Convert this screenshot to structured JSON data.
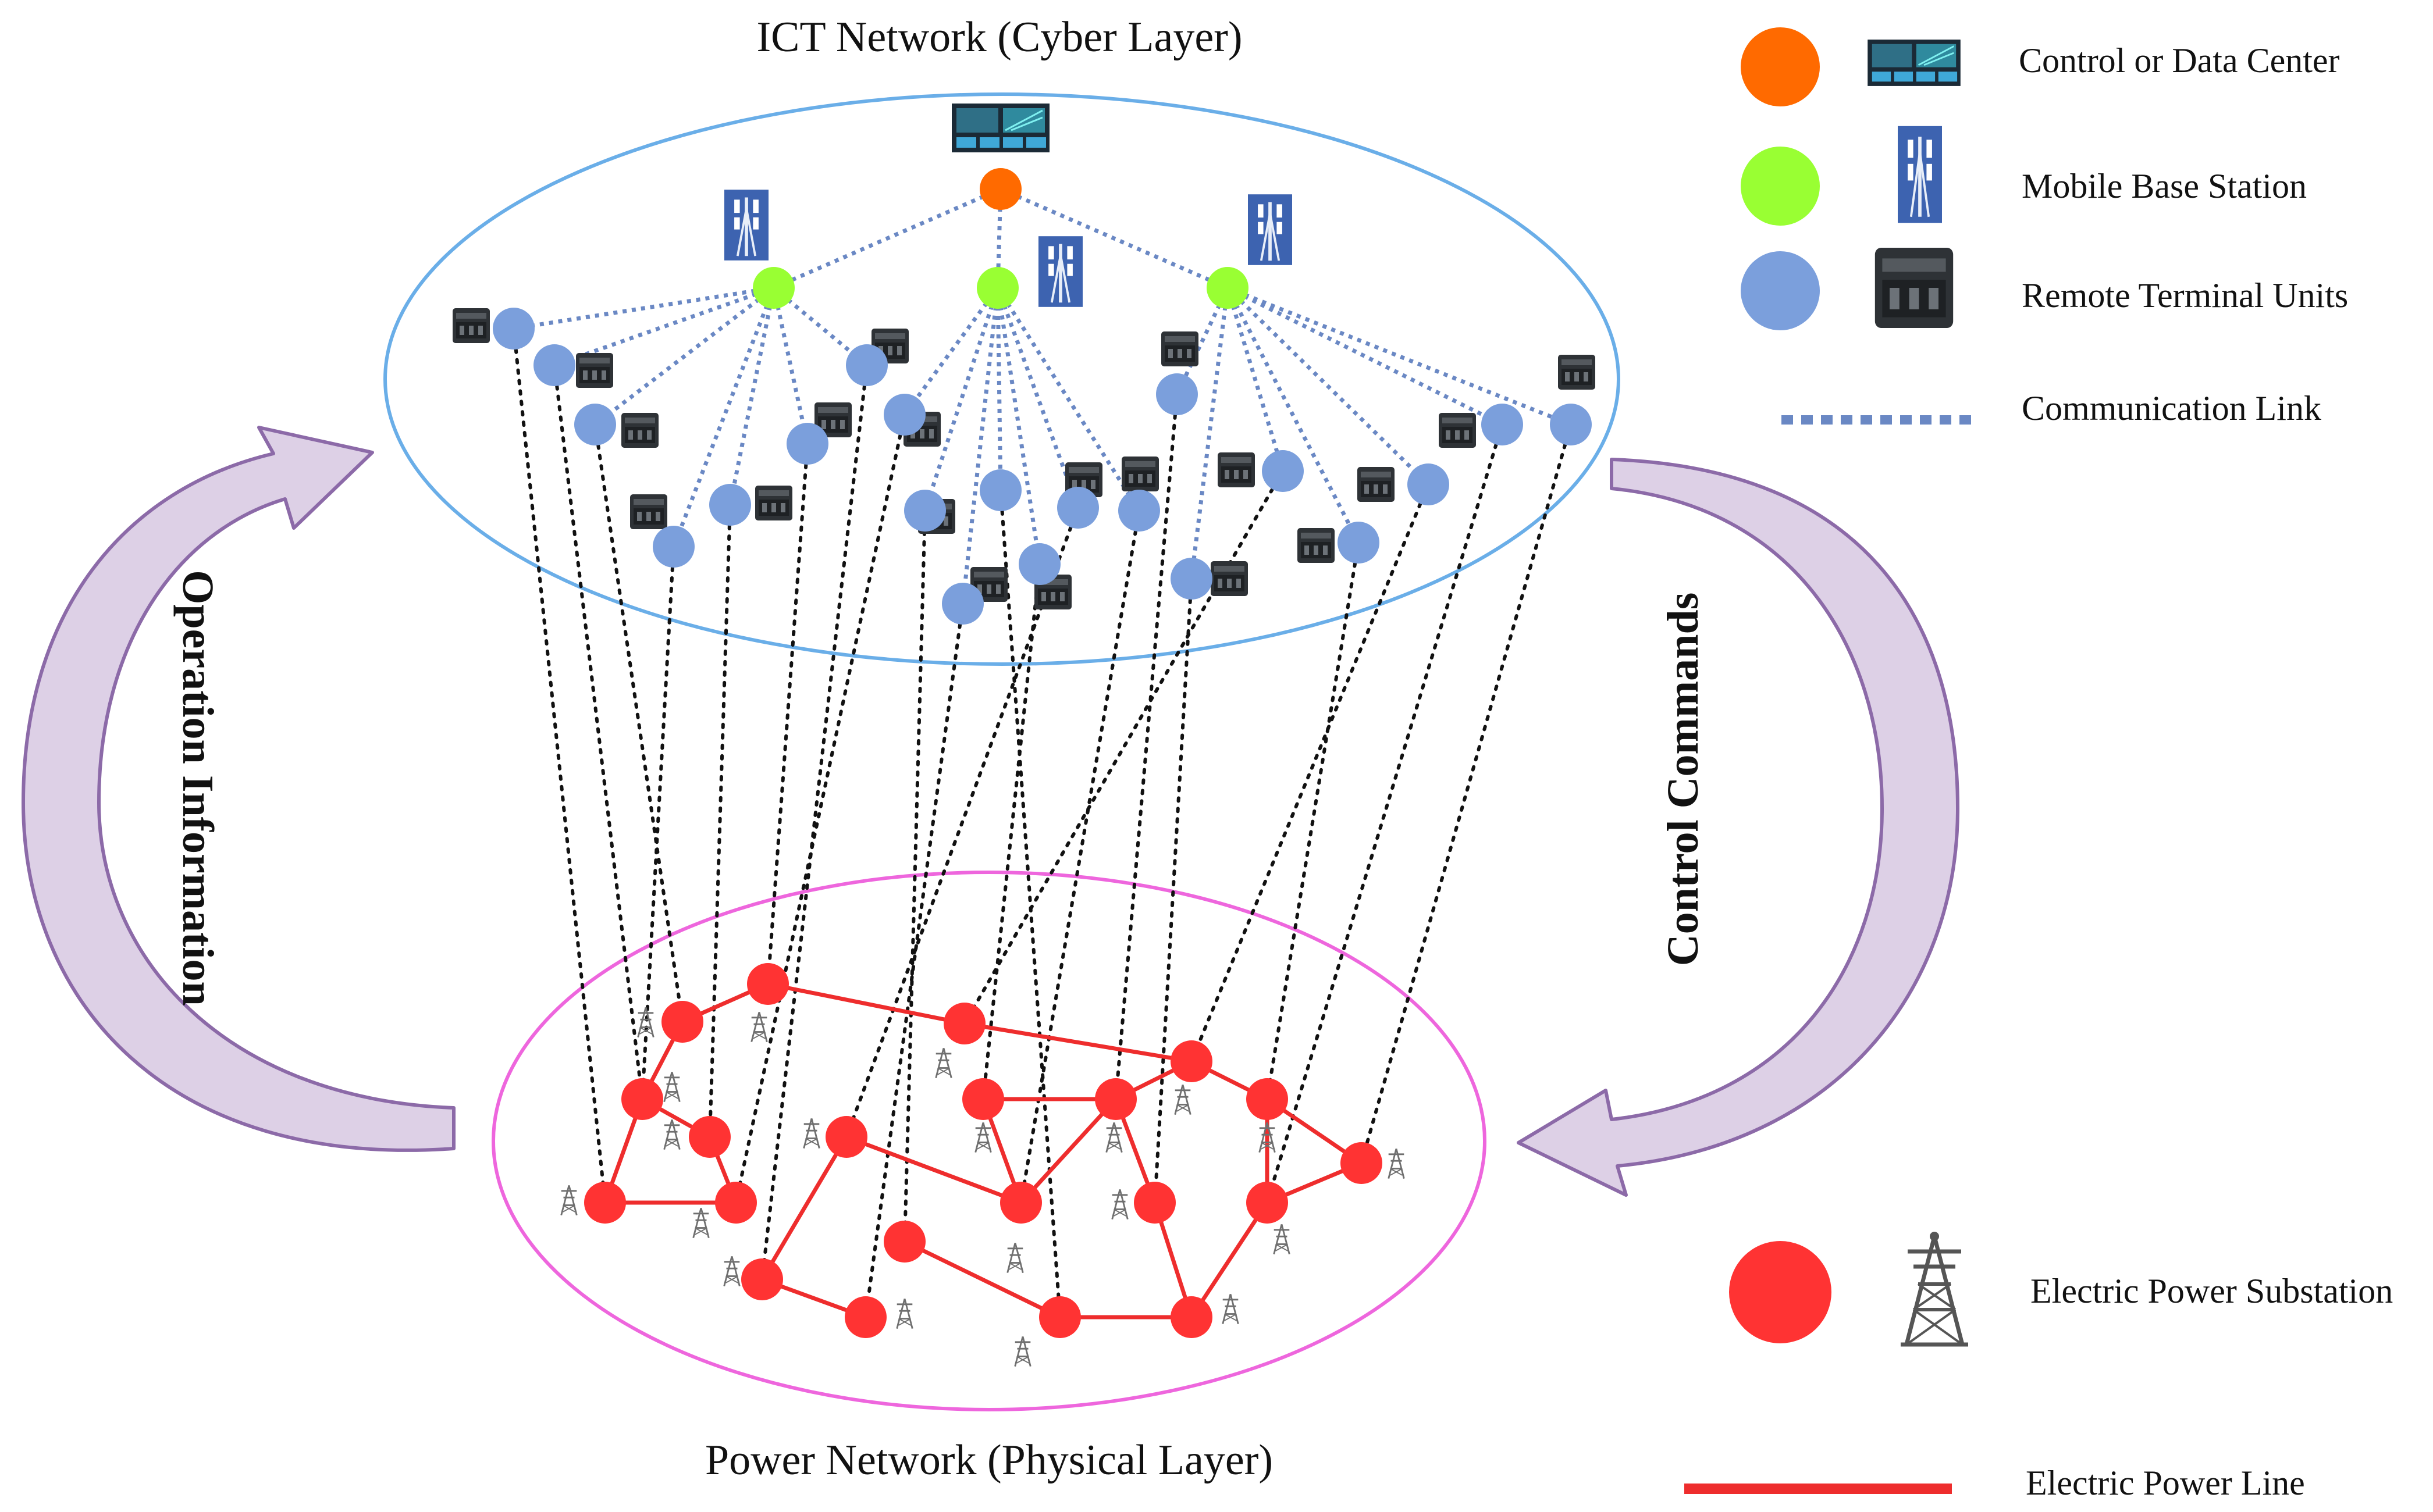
{
  "cyber_layer": {
    "title": "ICT Network (Cyber Layer)"
  },
  "physical_layer": {
    "title": "Power Network (Physical Layer)"
  },
  "arrows": {
    "left_label": "Operation Information",
    "right_label": "Control Commands"
  },
  "legend": {
    "control_center": "Control or Data Center",
    "base_station": "Mobile Base Station",
    "rtu": "Remote Terminal Units",
    "comm_link": "Communication Link",
    "substation": "Electric Power Substation",
    "power_line": "Electric Power Line"
  },
  "colors": {
    "control_center": "#ff6a00",
    "base_station": "#99ff33",
    "rtu": "#7b9fdc",
    "substation": "#ff3333",
    "power_line": "#ee2d2d",
    "comm_link": "#6a88c4",
    "cyber_ellipse": "#6aaee8",
    "physical_ellipse": "#ee66dd",
    "arrow_fill": "#ddd0e6",
    "arrow_stroke": "#8c6aa8"
  }
}
